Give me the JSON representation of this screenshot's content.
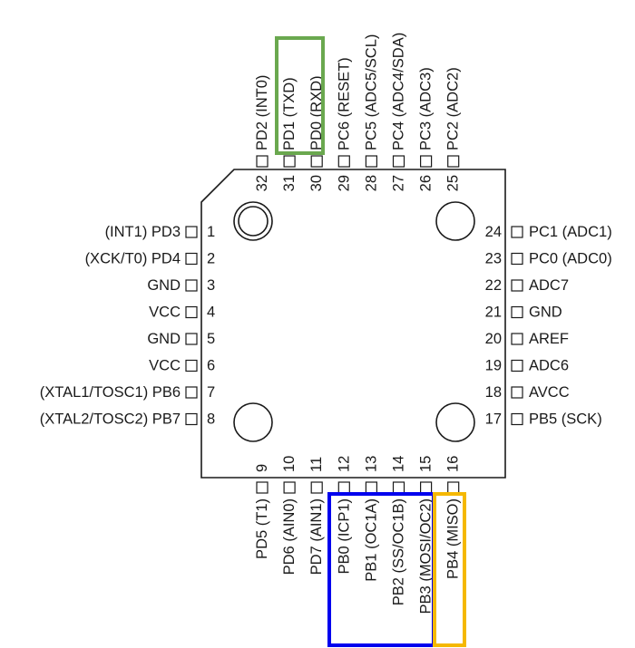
{
  "chip": {
    "left_pins": [
      {
        "num": "1",
        "label": "(INT1) PD3"
      },
      {
        "num": "2",
        "label": "(XCK/T0) PD4"
      },
      {
        "num": "3",
        "label": "GND"
      },
      {
        "num": "4",
        "label": "VCC"
      },
      {
        "num": "5",
        "label": "GND"
      },
      {
        "num": "6",
        "label": "VCC"
      },
      {
        "num": "7",
        "label": "(XTAL1/TOSC1) PB6"
      },
      {
        "num": "8",
        "label": "(XTAL2/TOSC2) PB7"
      }
    ],
    "right_pins": [
      {
        "num": "24",
        "label": "PC1 (ADC1)"
      },
      {
        "num": "23",
        "label": "PC0 (ADC0)"
      },
      {
        "num": "22",
        "label": "ADC7"
      },
      {
        "num": "21",
        "label": "GND"
      },
      {
        "num": "20",
        "label": "AREF"
      },
      {
        "num": "19",
        "label": "ADC6"
      },
      {
        "num": "18",
        "label": "AVCC"
      },
      {
        "num": "17",
        "label": "PB5 (SCK)"
      }
    ],
    "top_pins": [
      {
        "num": "32",
        "label": "PD2 (INT0)"
      },
      {
        "num": "31",
        "label": "PD1 (TXD)"
      },
      {
        "num": "30",
        "label": "PD0 (RXD)"
      },
      {
        "num": "29",
        "label": "PC6 (RESET)"
      },
      {
        "num": "28",
        "label": "PC5 (ADC5/SCL)"
      },
      {
        "num": "27",
        "label": "PC4 (ADC4/SDA)"
      },
      {
        "num": "26",
        "label": "PC3 (ADC3)"
      },
      {
        "num": "25",
        "label": "PC2 (ADC2)"
      }
    ],
    "bottom_pins": [
      {
        "num": "9",
        "label": "PD5 (T1)"
      },
      {
        "num": "10",
        "label": "PD6 (AIN0)"
      },
      {
        "num": "11",
        "label": "PD7 (AIN1)"
      },
      {
        "num": "12",
        "label": "PB0 (ICP1)"
      },
      {
        "num": "13",
        "label": "PB1 (OC1A)"
      },
      {
        "num": "14",
        "label": "PB2 (SS/OC1B)"
      },
      {
        "num": "15",
        "label": "PB3 (MOSI/OC2)"
      },
      {
        "num": "16",
        "label": "PB4 (MISO)"
      }
    ]
  },
  "highlights": [
    {
      "name": "uart-highlight",
      "color": "#6aa84f"
    },
    {
      "name": "spi-highlight",
      "color": "#0000ee"
    },
    {
      "name": "miso-highlight",
      "color": "#f5b800"
    }
  ]
}
